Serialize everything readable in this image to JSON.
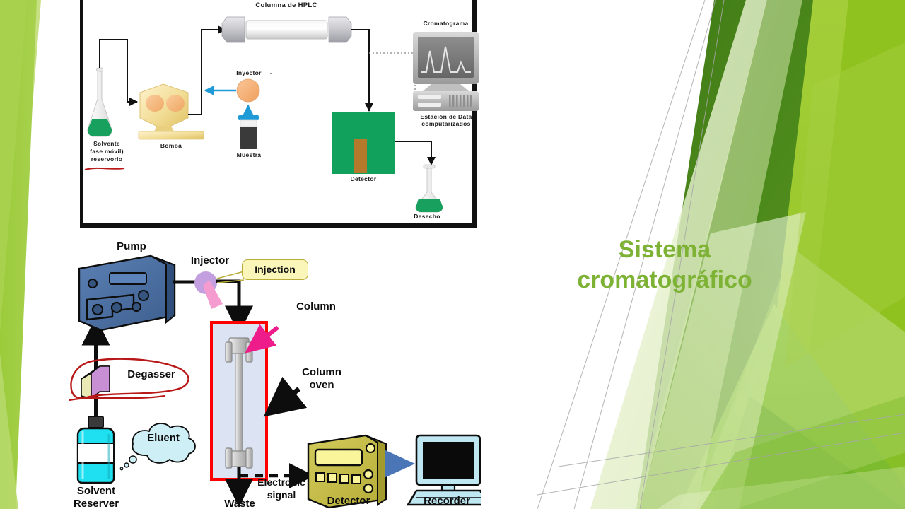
{
  "slide": {
    "title_line1": "Sistema",
    "title_line2": "cromatográfico",
    "title_color": "#7DB235",
    "background_color": "#FFFFFF",
    "accent_greens": [
      "#9BCB3B",
      "#4E8A23",
      "#76B72A",
      "#A5D24A",
      "#C9E29B",
      "#E4F0CD"
    ]
  },
  "figure_top": {
    "caption_language": "es",
    "labels": {
      "column": "Columna de  HPLC",
      "chromatogram": "Cromatograma",
      "data_station_line1": "Estación de  Data",
      "data_station_line2": "computarizados",
      "injector": "Inyector",
      "sample": "Muestra",
      "pump": "Bomba",
      "detector": "Detector",
      "waste": "Desecho",
      "solvent_line1": "Solvente",
      "solvent_line2": "fase móvil)",
      "solvent_line3": "reservorio"
    },
    "colors": {
      "solvent_liquid": "#17A05E",
      "pump_body": "#F0D78C",
      "injector_disc": "#F4B072",
      "sample_cap": "#1E9BD7",
      "sample_body": "#3A3A3A",
      "detector_body": "#12A05D",
      "detector_cell": "#B5792B",
      "border": "#111111"
    },
    "annotation": {
      "red_underline": true
    }
  },
  "figure_bottom": {
    "caption_language": "en",
    "labels": {
      "pump": "Pump",
      "injector": "Injector",
      "injection_badge": "Injection",
      "column": "Column",
      "column_oven_line1": "Column",
      "column_oven_line2": "oven",
      "degasser": "Degasser",
      "eluent": "Eluent",
      "solvent_line1": "Solvent",
      "solvent_line2": "Reserver",
      "waste": "Waste",
      "electronic_line1": "Electronic",
      "electronic_line2": "signal",
      "detector": "Detector",
      "recorder": "Recorder"
    },
    "colors": {
      "pump_body": "#4A6D9E",
      "pump_dark": "#2F4F7A",
      "injector_disc": "#C49FE0",
      "injector_spray": "#F49BD0",
      "badge_fill": "#FAF5B8",
      "badge_stroke": "#B9AE3B",
      "oven_border": "#FF0000",
      "oven_fill": "#DCE3F2",
      "column_metal": "#BFBFBF",
      "degasser_top": "#C98FD4",
      "degasser_face": "#E8E8B8",
      "eluent_cloud": "#CFEFF7",
      "solvent_liquid": "#1FE0F0",
      "detector_body": "#C9C14A",
      "detector_screen": "#FAF59B",
      "recorder_screen": "#0A0A0A",
      "recorder_case": "#BFE7F2",
      "arrow_blue": "#4A76B8",
      "arrow_pink": "#EE1C8B",
      "annotation_red": "#B81818"
    },
    "annotation": {
      "red_circle_around": "Degasser"
    }
  }
}
